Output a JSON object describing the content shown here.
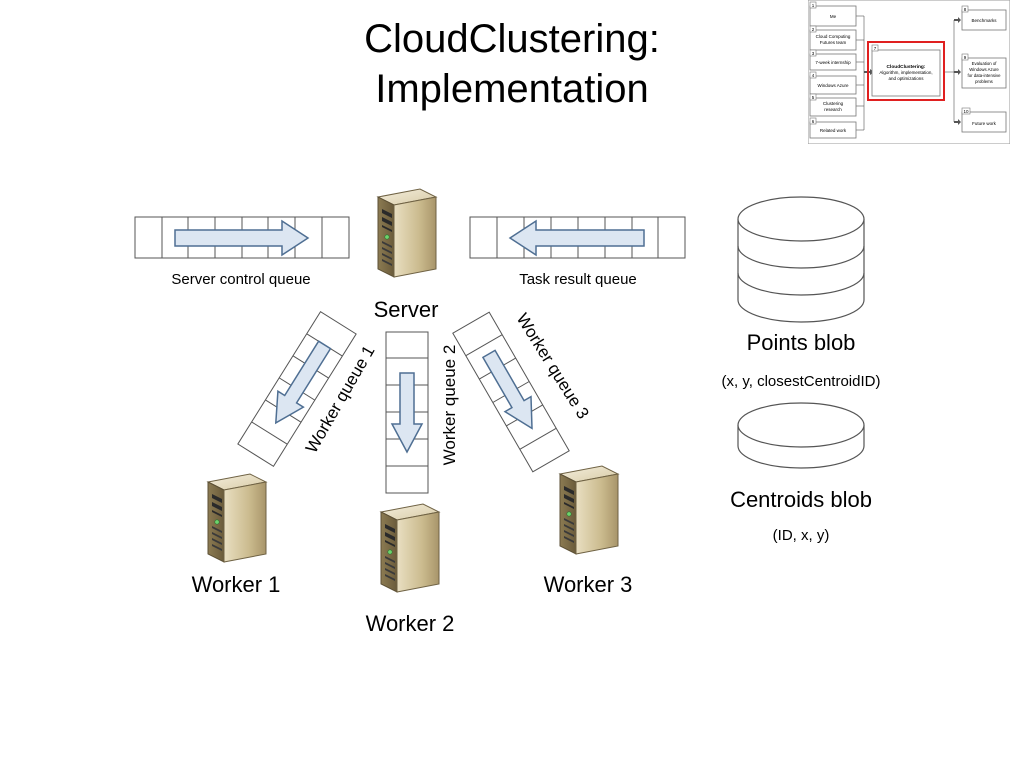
{
  "slide": {
    "title_line1": "CloudClustering:",
    "title_line2": "Implementation"
  },
  "queues": {
    "server_control": "Server control queue",
    "task_result": "Task result queue",
    "worker1": "Worker queue 1",
    "worker2": "Worker queue 2",
    "worker3": "Worker queue 3"
  },
  "nodes": {
    "server": "Server",
    "worker1": "Worker 1",
    "worker2": "Worker 2",
    "worker3": "Worker 3"
  },
  "blobs": {
    "points_title": "Points blob",
    "points_schema": "(x, y, closestCentroidID)",
    "centroids_title": "Centroids blob",
    "centroids_schema": "(ID, x, y)"
  },
  "thumbnail": {
    "items": [
      {
        "num": "1",
        "label": "Me"
      },
      {
        "num": "2",
        "label_line1": "Cloud Computing",
        "label_line2": "Futures team"
      },
      {
        "num": "3",
        "label": "7-week internship"
      },
      {
        "num": "4",
        "label": "Windows Azure"
      },
      {
        "num": "5",
        "label_line1": "Clustering",
        "label_line2": "research"
      },
      {
        "num": "6",
        "label": "Related work"
      },
      {
        "num": "7",
        "label_line1": "CloudClustering:",
        "label_line2": "Algorithm, implementation,",
        "label_line3": "and optimizations"
      },
      {
        "num": "8",
        "label": "Benchmarks"
      },
      {
        "num": "9",
        "label_line1": "Evaluation of",
        "label_line2": "Windows Azure",
        "label_line3": "for data-intensive",
        "label_line4": "problems"
      },
      {
        "num": "10",
        "label": "Future work"
      }
    ],
    "highlight_color": "#e02020"
  },
  "colors": {
    "arrow_fill": "#dce6f2",
    "arrow_stroke": "#4f6f93",
    "queue_stroke": "#555555",
    "server_body": "#c9b98d"
  }
}
